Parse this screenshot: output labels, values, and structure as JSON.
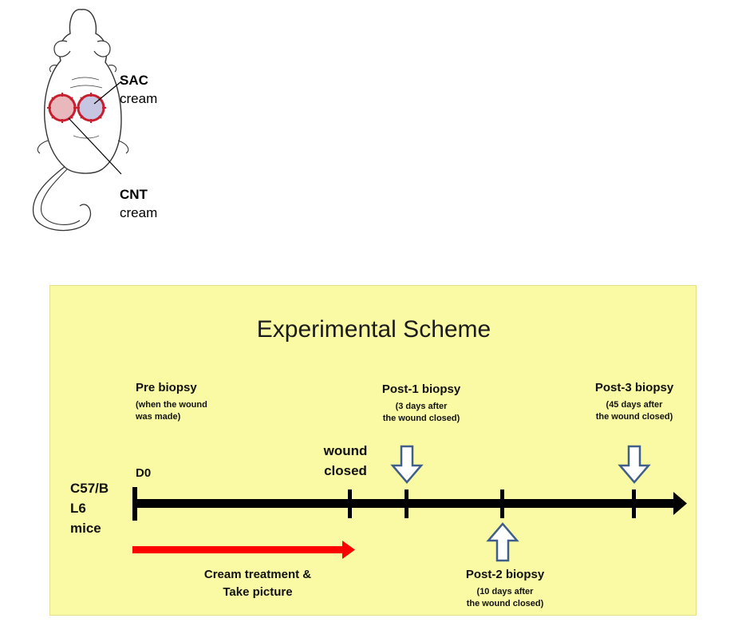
{
  "mouse": {
    "sac_label": "SAC",
    "sac_sub": "cream",
    "cnt_label": "CNT",
    "cnt_sub": "cream"
  },
  "scheme": {
    "title": "Experimental Scheme",
    "subject_line1": "C57/B",
    "subject_line2": "L6",
    "subject_line3": "mice",
    "pre_biopsy": {
      "label": "Pre biopsy",
      "note1": "(when the wound",
      "note2": "was made)"
    },
    "d0": "D0",
    "wound_closed_1": "wound",
    "wound_closed_2": "closed",
    "post1": {
      "label": "Post-1 biopsy",
      "note1": "(3 days after",
      "note2": "the wound closed)"
    },
    "post2": {
      "label": "Post-2 biopsy",
      "note1": "(10 days after",
      "note2": "the wound closed)"
    },
    "post3": {
      "label": "Post-3 biopsy",
      "note1": "(45 days after",
      "note2": "the wound closed)"
    },
    "treatment_1": "Cream treatment &",
    "treatment_2": "Take picture"
  },
  "colors": {
    "panel_bg": "#fafaa4",
    "arrow_fill": "#ffffff",
    "arrow_stroke": "#3f5f8a",
    "treatment_arrow": "#ff0000",
    "wound_ring": "#c81e2e"
  }
}
